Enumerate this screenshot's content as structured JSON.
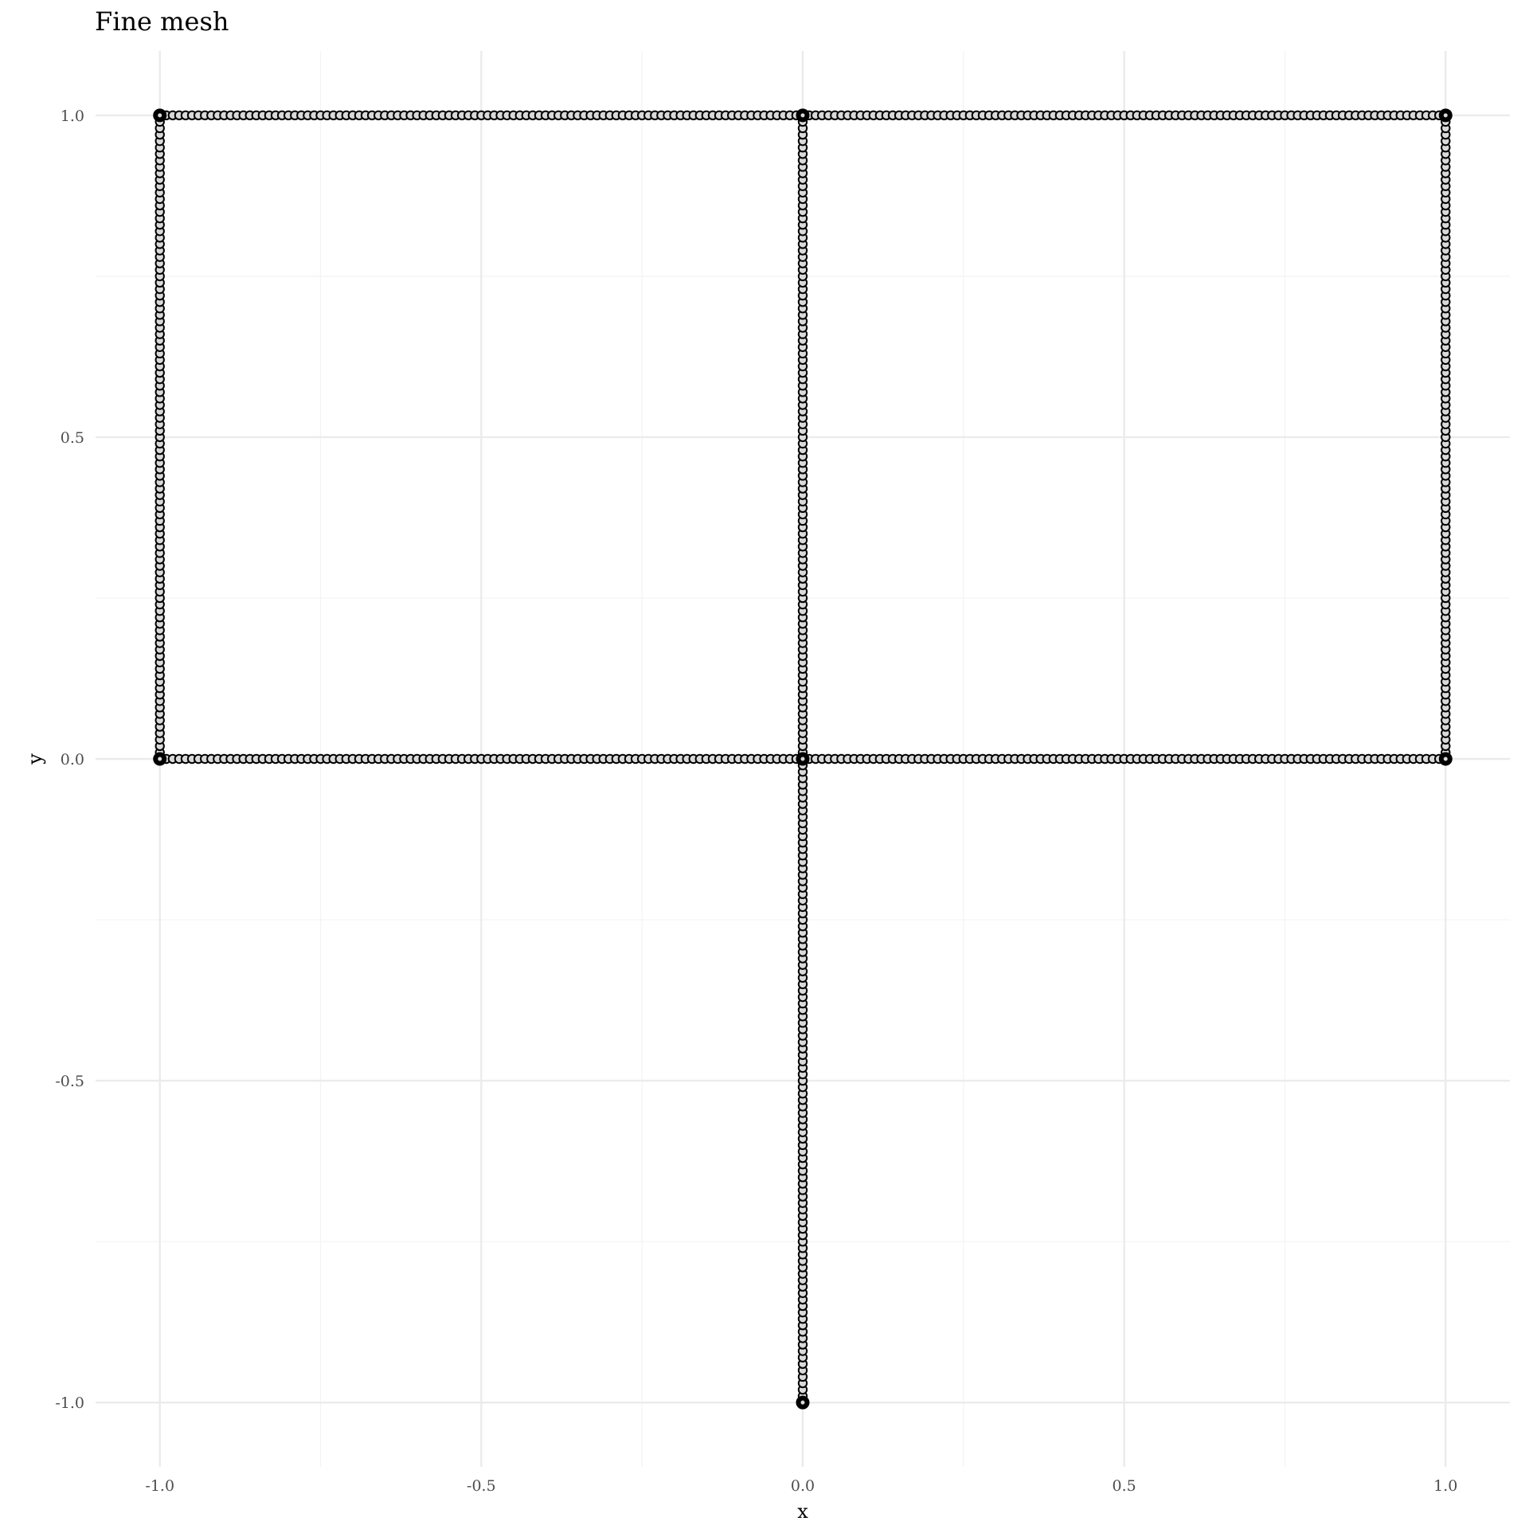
{
  "chart_data": {
    "type": "scatter",
    "title": "Fine mesh",
    "xlabel": "x",
    "ylabel": "y",
    "xlim": [
      -1.1,
      1.1
    ],
    "ylim": [
      -1.1,
      1.1
    ],
    "x_ticks": [
      -1.0,
      -0.5,
      0.0,
      0.5,
      1.0
    ],
    "y_ticks": [
      -1.0,
      -0.5,
      0.0,
      0.5,
      1.0
    ],
    "x_tick_labels": [
      "-1.0",
      "-0.5",
      "0.0",
      "0.5",
      "1.0"
    ],
    "y_tick_labels": [
      "-1.0",
      "-0.5",
      "0.0",
      "0.5",
      "1.0"
    ],
    "grid": true,
    "legend": "none",
    "vertices": [
      {
        "x": -1.0,
        "y": 1.0
      },
      {
        "x": 0.0,
        "y": 1.0
      },
      {
        "x": 1.0,
        "y": 1.0
      },
      {
        "x": -1.0,
        "y": 0.0
      },
      {
        "x": 0.0,
        "y": 0.0
      },
      {
        "x": 1.0,
        "y": 0.0
      },
      {
        "x": 0.0,
        "y": -1.0
      }
    ],
    "edges": [
      {
        "from": [
          -1.0,
          1.0
        ],
        "to": [
          0.0,
          1.0
        ],
        "nodes": 100
      },
      {
        "from": [
          0.0,
          1.0
        ],
        "to": [
          1.0,
          1.0
        ],
        "nodes": 100
      },
      {
        "from": [
          -1.0,
          0.0
        ],
        "to": [
          0.0,
          0.0
        ],
        "nodes": 100
      },
      {
        "from": [
          0.0,
          0.0
        ],
        "to": [
          1.0,
          0.0
        ],
        "nodes": 100
      },
      {
        "from": [
          -1.0,
          0.0
        ],
        "to": [
          -1.0,
          1.0
        ],
        "nodes": 100
      },
      {
        "from": [
          0.0,
          0.0
        ],
        "to": [
          0.0,
          1.0
        ],
        "nodes": 100
      },
      {
        "from": [
          1.0,
          0.0
        ],
        "to": [
          1.0,
          1.0
        ],
        "nodes": 100
      },
      {
        "from": [
          0.0,
          -1.0
        ],
        "to": [
          0.0,
          0.0
        ],
        "nodes": 100
      }
    ],
    "colors": {
      "node_fill": "#d9d9d9",
      "node_stroke": "#000000",
      "vertex": "#000000",
      "grid": "#ebebeb"
    }
  }
}
